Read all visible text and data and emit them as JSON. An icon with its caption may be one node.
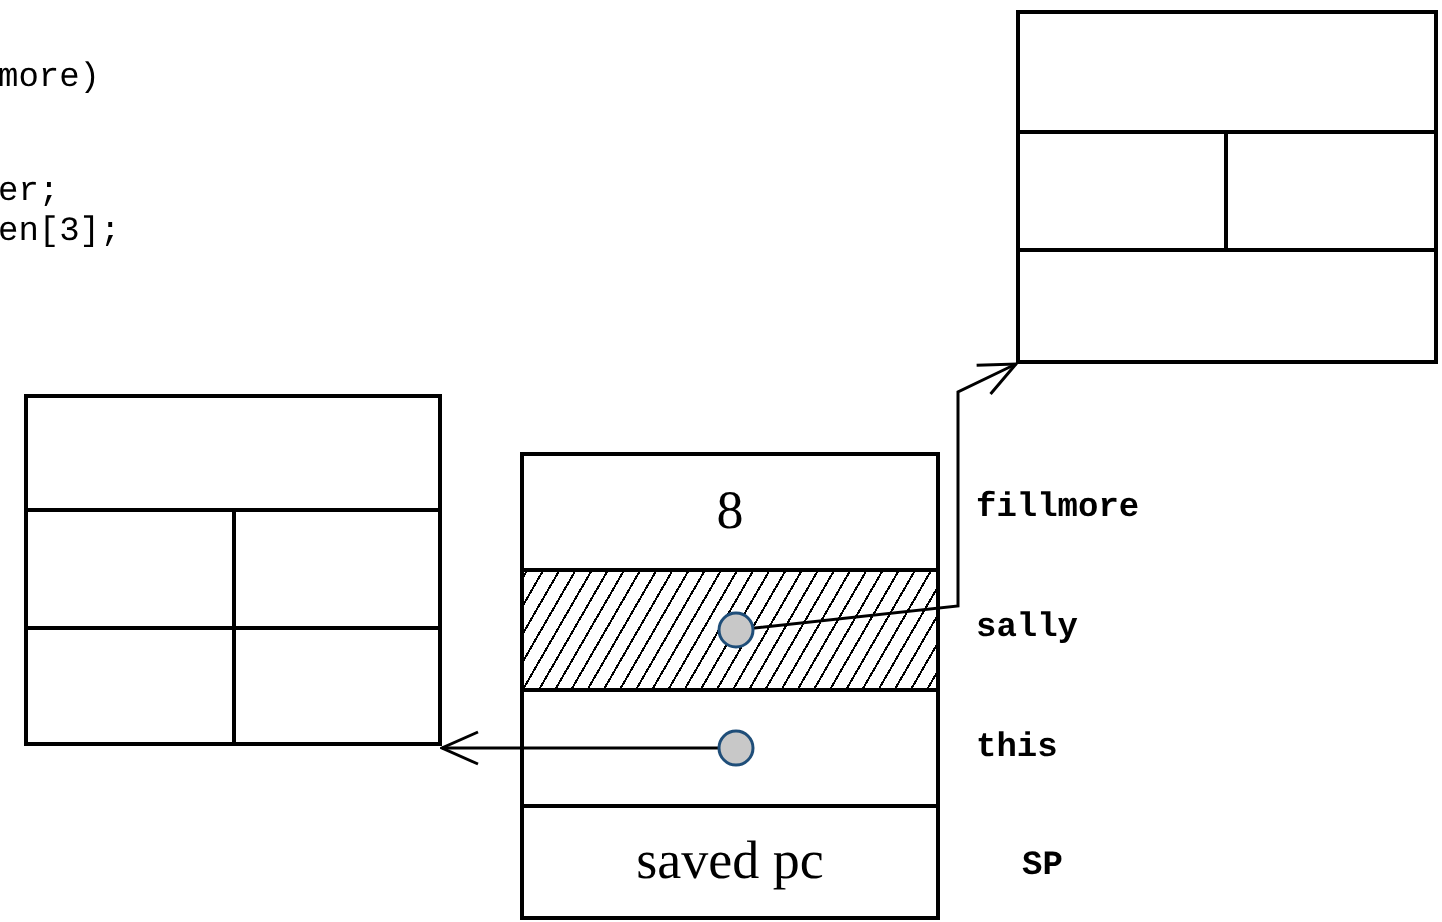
{
  "diagram": {
    "nodes": [
      {
        "text": [],
        "shape": "box"
      },
      {
        "text": [],
        "shape": "box"
      },
      {
        "text": [
          "8"
        ],
        "beside": [
          "fillmore"
        ]
      },
      {
        "text": [],
        "shape": "box",
        "beside": [
          "sally"
        ]
      },
      {
        "text": [],
        "shape": "box",
        "beside": [
          "this"
        ]
      },
      {
        "text": [
          "saved pc"
        ],
        "beside": [
          "SP"
        ]
      }
    ],
    "edges": [
      {
        "from": 3,
        "to": 0,
        "arrow": "to"
      },
      {
        "from": 4,
        "to": 1,
        "arrow": "to"
      }
    ],
    "labels": [
      "more)",
      "er;",
      "en[3];"
    ]
  }
}
